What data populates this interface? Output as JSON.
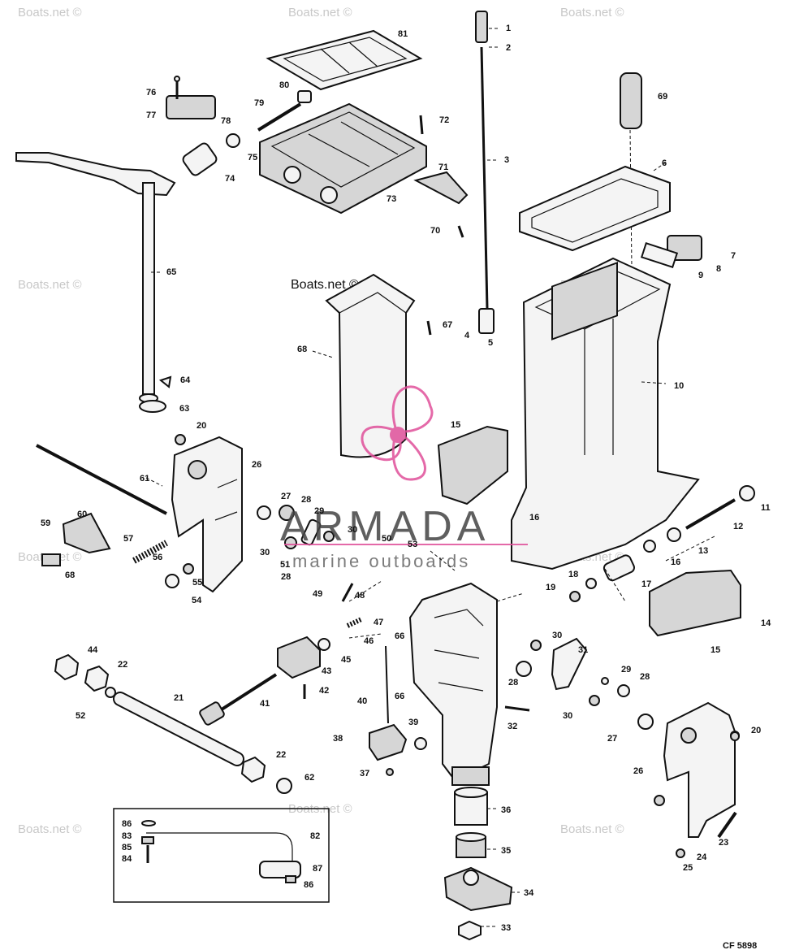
{
  "diagram": {
    "labels": {
      "p1": "1",
      "p2": "2",
      "p3": "3",
      "p4": "4",
      "p5": "5",
      "p6": "6",
      "p7": "7",
      "p8": "8",
      "p9": "9",
      "p10": "10",
      "p11": "11",
      "p12": "12",
      "p13": "13",
      "p14": "14",
      "p15a": "15",
      "p15b": "15",
      "p16a": "16",
      "p16b": "16",
      "p17": "17",
      "p18": "18",
      "p19": "19",
      "p20a": "20",
      "p20b": "20",
      "p21": "21",
      "p22a": "22",
      "p22b": "22",
      "p23": "23",
      "p24": "24",
      "p25": "25",
      "p26a": "26",
      "p26b": "26",
      "p27a": "27",
      "p27b": "27",
      "p28a": "28",
      "p28b": "28",
      "p28c": "28",
      "p28d": "28",
      "p29a": "29",
      "p29b": "29",
      "p30a": "30",
      "p30b": "30",
      "p30c": "30",
      "p30d": "30",
      "p31": "31",
      "p32": "32",
      "p33": "33",
      "p34": "34",
      "p35": "35",
      "p36": "36",
      "p37": "37",
      "p38": "38",
      "p39": "39",
      "p40": "40",
      "p41": "41",
      "p42": "42",
      "p43": "43",
      "p44": "44",
      "p45": "45",
      "p46": "46",
      "p47": "47",
      "p48": "48",
      "p49": "49",
      "p50": "50",
      "p51": "51",
      "p52": "52",
      "p53": "53",
      "p54": "54",
      "p55": "55",
      "p56": "56",
      "p57": "57",
      "p59": "59",
      "p60": "60",
      "p61": "61",
      "p62": "62",
      "p63": "63",
      "p64": "64",
      "p65": "65",
      "p66a": "66",
      "p66b": "66",
      "p67": "67",
      "p68a": "68",
      "p68b": "68",
      "p69": "69",
      "p70": "70",
      "p71": "71",
      "p72": "72",
      "p73": "73",
      "p74": "74",
      "p75": "75",
      "p76": "76",
      "p77": "77",
      "p78": "78",
      "p79": "79",
      "p80": "80",
      "p81": "81",
      "p82": "82",
      "p83": "83",
      "p84": "84",
      "p85": "85",
      "p86a": "86",
      "p86b": "86",
      "p87": "87"
    },
    "watermark": "Boats.net ©",
    "figure_code": "CF 5898"
  },
  "logo": {
    "name": "ARMADA",
    "tagline": "marine outboards",
    "accent": "#e0509a"
  },
  "colors": {
    "ink": "#111111",
    "paper": "#ffffff",
    "watermark": "#c8c8c8"
  }
}
